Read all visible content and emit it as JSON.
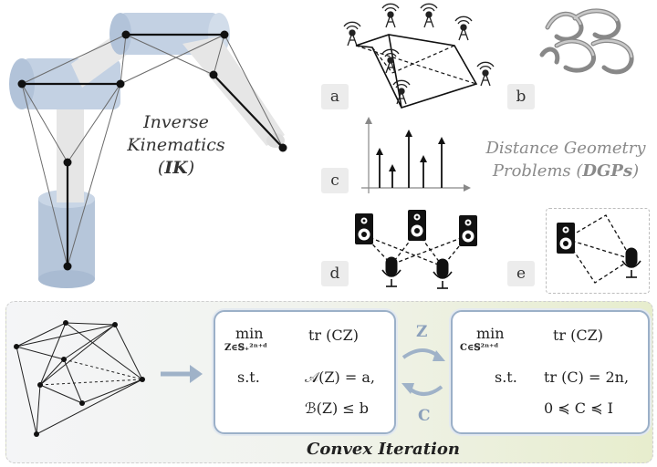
{
  "ik": {
    "title_line1": "Inverse",
    "title_line2": "Kinematics",
    "abbr_open": "(",
    "abbr": "IK",
    "abbr_close": ")"
  },
  "dgp": {
    "title_line1": "Distance Geometry",
    "title_line2": "Problems (",
    "abbr": "DGPs",
    "abbr_close": ")"
  },
  "panels": [
    "a",
    "b",
    "c",
    "d",
    "e"
  ],
  "convex_iteration": {
    "title": "Convex Iteration",
    "arrow_top_label": "Z",
    "arrow_bottom_label": "C",
    "left_problem": {
      "min": "min",
      "min_sub": "Z∈𝕊₊²ⁿ⁺ᵈ",
      "objective": "tr (CZ)",
      "st": "s.t.",
      "constraint1": "𝒜(Z) = a,",
      "constraint2": "ℬ(Z) ≤ b"
    },
    "right_problem": {
      "min": "min",
      "min_sub": "C∈𝕊²ⁿ⁺ᵈ",
      "objective": "tr (CZ)",
      "st": "s.t.",
      "constraint1": "tr (C) = 2n,",
      "constraint2": "0 ≼ C ≼ I"
    }
  },
  "colors": {
    "robot_blue": "#b6c6da",
    "robot_gray": "#e4e4e4",
    "box_border": "#9bb0c8",
    "arrow": "#9fb2c8",
    "band_green": "#e7edcd"
  }
}
